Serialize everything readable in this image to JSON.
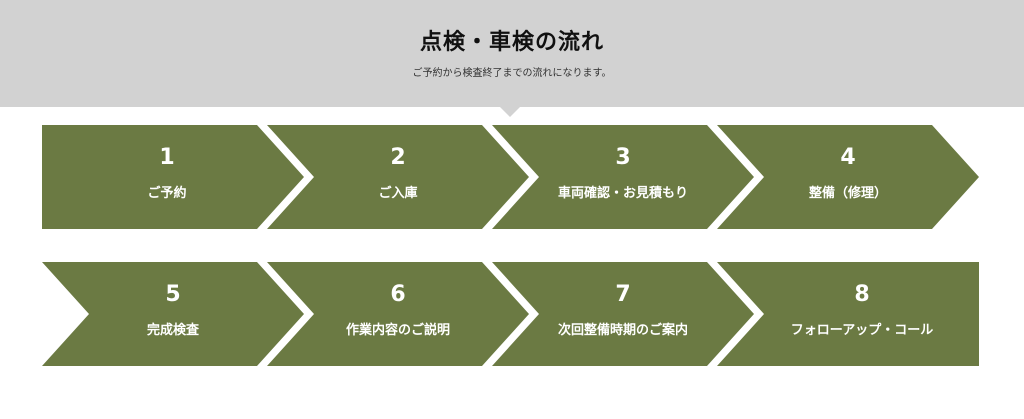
{
  "header": {
    "title": "点検・車検の流れ",
    "subtitle": "ご予約から検査終了までの流れになります。"
  },
  "steps": [
    {
      "number": "1",
      "label": "ご予約"
    },
    {
      "number": "2",
      "label": "ご入庫"
    },
    {
      "number": "3",
      "label": "車両確認・お見積もり"
    },
    {
      "number": "4",
      "label": "整備（修理）"
    },
    {
      "number": "5",
      "label": "完成検査"
    },
    {
      "number": "6",
      "label": "作業内容のご説明"
    },
    {
      "number": "7",
      "label": "次回整備時期のご案内"
    },
    {
      "number": "8",
      "label": "フォローアップ・コール"
    }
  ],
  "colors": {
    "step_fill": "#6b7a43",
    "header_bg": "#d2d2d2"
  }
}
